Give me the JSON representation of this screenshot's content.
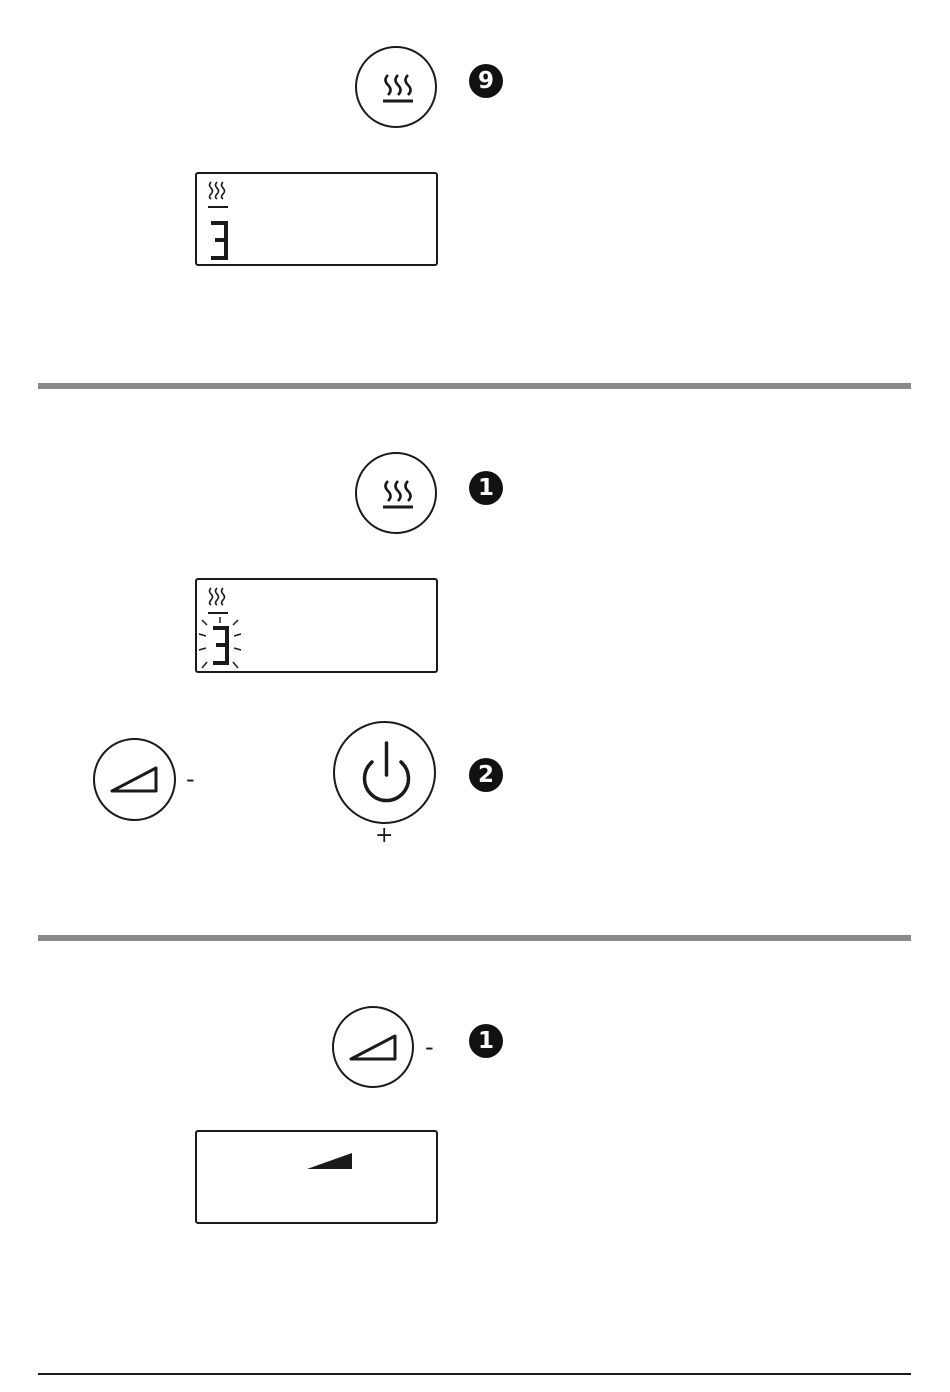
{
  "section1": {
    "step_marker": "9",
    "display_level": "3"
  },
  "section2": {
    "step_marker_1": "1",
    "display_level": "3",
    "minus_sign": "-",
    "plus_sign": "+",
    "step_marker_2": "2"
  },
  "section3": {
    "minus_sign": "-",
    "step_marker_1": "1"
  },
  "icons": {
    "heat": "heat-waves-icon",
    "ramp": "power-ramp-icon",
    "power": "power-icon"
  }
}
